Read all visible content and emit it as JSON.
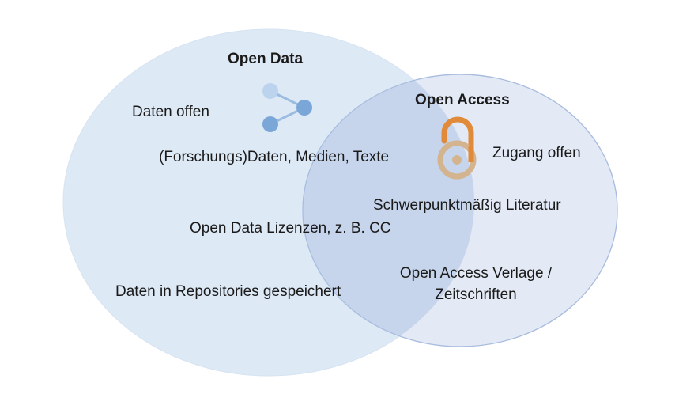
{
  "open_data": {
    "title": "Open Data",
    "icon": "share-network-icon",
    "items": [
      "Daten offen",
      "(Forschungs)Daten, Medien, Texte",
      "Open Data Lizenzen,  z. B. CC",
      "Daten in Repositories gespeichert"
    ]
  },
  "open_access": {
    "title": "Open Access",
    "icon": "open-lock-icon",
    "items": [
      "Zugang offen",
      "Schwerpunktmäßig Literatur",
      "Open Access Verlage /",
      "Zeitschriften"
    ]
  },
  "colors": {
    "left_circle": "#dde9f5",
    "right_circle": "#d3ddf0",
    "overlap": "#c6d5ec",
    "circle_stroke": "#b5c7e3",
    "network_node": "#7aa7d8",
    "network_node_light": "#b8d0ec",
    "network_edge": "#9bbbe0",
    "lock_orange": "#e08a3a",
    "lock_tan": "#d3b48f"
  }
}
